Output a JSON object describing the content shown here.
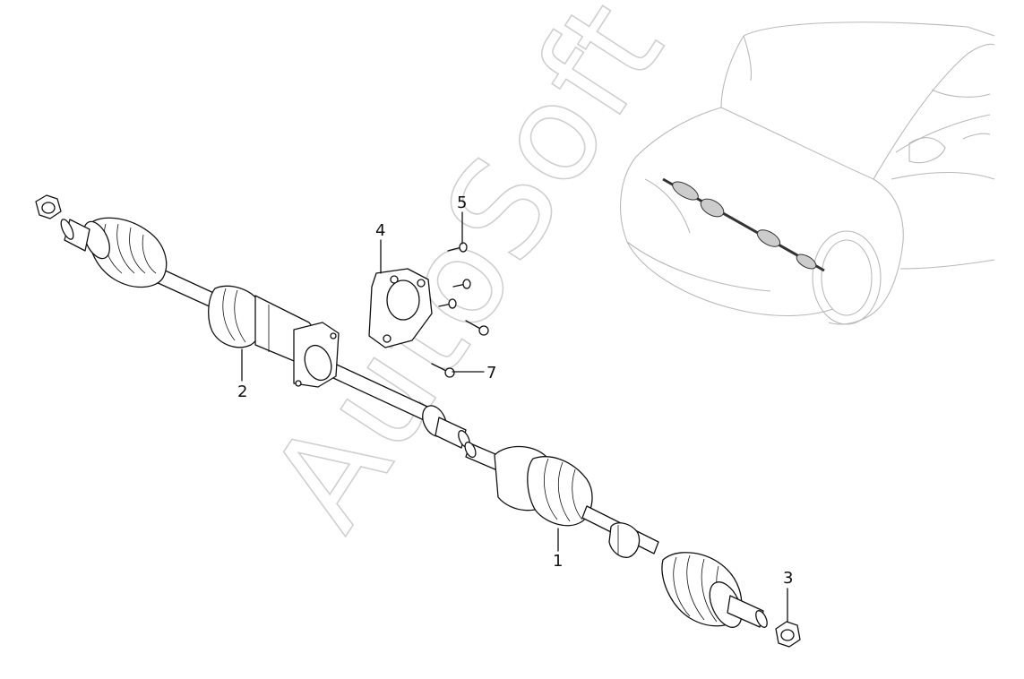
{
  "watermark": "AutoSoft",
  "callouts": [
    {
      "id": "part-1",
      "label": "1"
    },
    {
      "id": "part-2",
      "label": "2"
    },
    {
      "id": "part-3",
      "label": "3"
    },
    {
      "id": "part-4",
      "label": "4"
    },
    {
      "id": "part-5",
      "label": "5"
    },
    {
      "id": "part-7",
      "label": "7"
    }
  ]
}
